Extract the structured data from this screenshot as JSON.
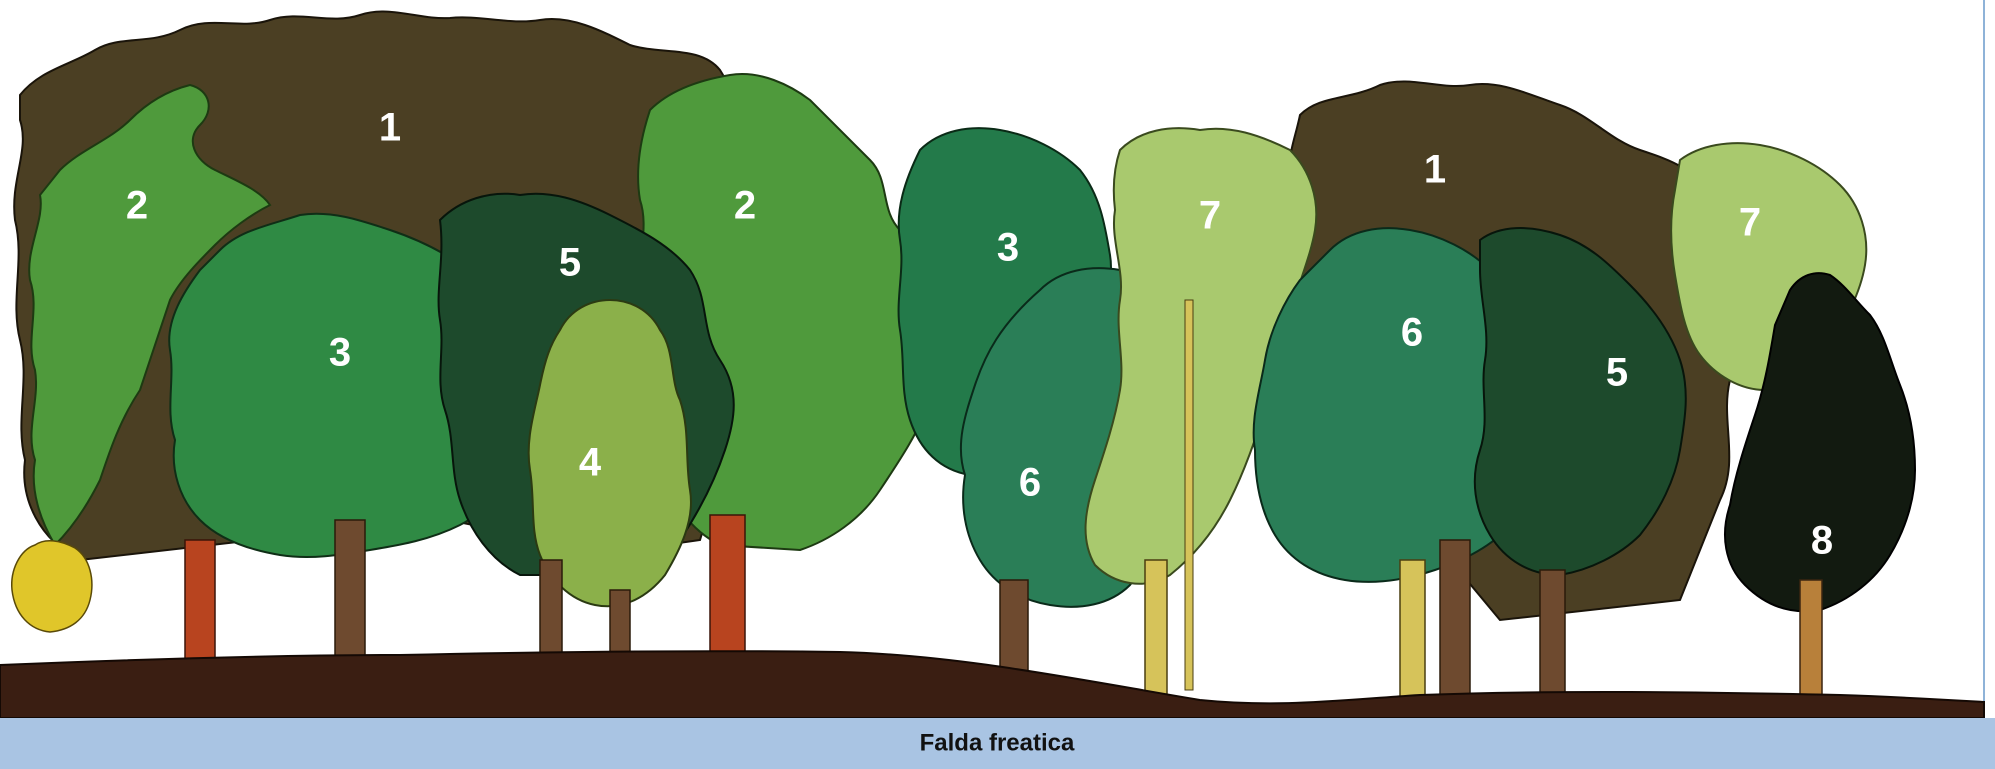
{
  "water_table": {
    "label": "Falda freatica"
  },
  "numbers": [
    "1",
    "2",
    "2",
    "3",
    "5",
    "4",
    "1",
    "3",
    "6",
    "7",
    "1",
    "6",
    "5",
    "7",
    "8"
  ],
  "colors": {
    "species_1": "#4b3f23",
    "species_2": "#4f9a3c",
    "species_3": "#2f8a44",
    "species_4": "#8bb04a",
    "species_5": "#1d4a2c",
    "species_6": "#2a7e57",
    "species_7": "#a9c96e",
    "species_8": "#121a10",
    "soil": "#3a1e12",
    "water": "#a9c4e3",
    "trunk_red": "#b8441f",
    "trunk_brown": "#6e4a2f",
    "trunk_yellow": "#d6c35a",
    "shrub_yellow": "#e0c62a"
  }
}
